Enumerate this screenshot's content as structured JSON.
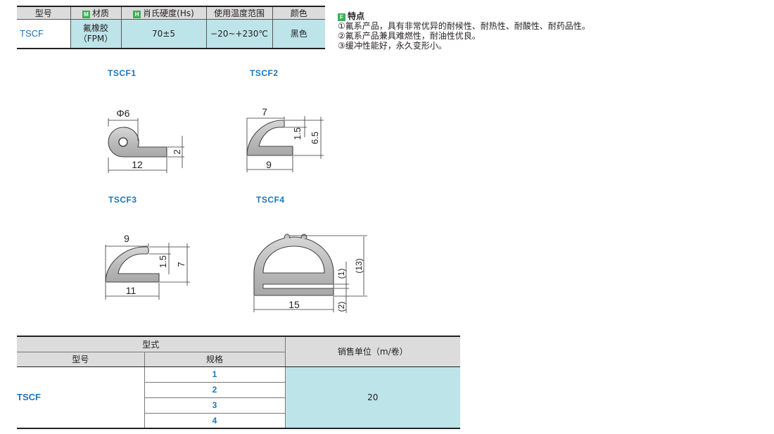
{
  "spec_table": {
    "headers": {
      "model": "型号",
      "material_badge": "M",
      "material": "材质",
      "hardness_badge": "H",
      "hardness": "肖氏硬度(Hs)",
      "temp": "使用温度范围",
      "color": "颜色"
    },
    "row": {
      "model": "TSCF",
      "material_line1": "氟橡胶",
      "material_line2": "（FPM）",
      "hardness": "70±5",
      "temp": "−20~+230℃",
      "color": "黑色"
    }
  },
  "features": {
    "badge": "F",
    "title": "特点",
    "items": [
      "①氟系产品，具有非常优异的耐候性、耐热性、耐酸性、耐药品性。",
      "②氟系产品兼具难燃性，耐油性优良。",
      "③缓冲性能好，永久变形小。"
    ]
  },
  "diagrams": [
    {
      "label": "TSCF1",
      "dims": [
        "Φ6",
        "12",
        "2"
      ]
    },
    {
      "label": "TSCF2",
      "dims": [
        "7",
        "9",
        "1.5",
        "6.5"
      ]
    },
    {
      "label": "TSCF3",
      "dims": [
        "9",
        "11",
        "1.5",
        "7"
      ]
    },
    {
      "label": "TSCF4",
      "dims": [
        "15",
        "(1)",
        "(13)",
        "(2)"
      ]
    }
  ],
  "order_table": {
    "group_header": "型式",
    "col_model": "型号",
    "col_spec": "规格",
    "col_unit": "销售单位（m/卷）",
    "model": "TSCF",
    "specs": [
      "1",
      "2",
      "3",
      "4"
    ],
    "unit": "20"
  },
  "colors": {
    "accent_blue": "#1776c0",
    "cell_cyan": "#bde4e8",
    "header_gray": "#dcdcdc",
    "badge_green": "#3dae5a"
  }
}
